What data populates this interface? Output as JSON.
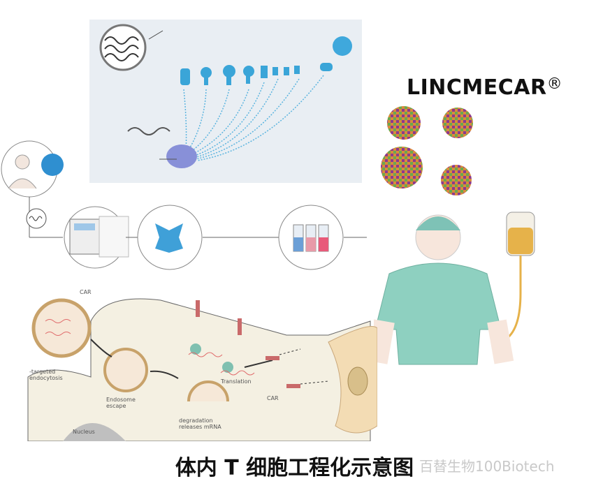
{
  "brand": {
    "name": "LINCMECAR",
    "mark": "®"
  },
  "caption": "体内 T 细胞工程化示意图",
  "watermark": "百替生物100Biotech",
  "mechanism_labels": {
    "car_top": "CAR",
    "endocytosis": "-targeted\nendocytosis",
    "endosome_escape": "Endosome\nescape",
    "translation": "Translation",
    "car_right": "CAR",
    "degradation": "degradation\nreleases mRNA",
    "nucleus": "Nucleus"
  }
}
